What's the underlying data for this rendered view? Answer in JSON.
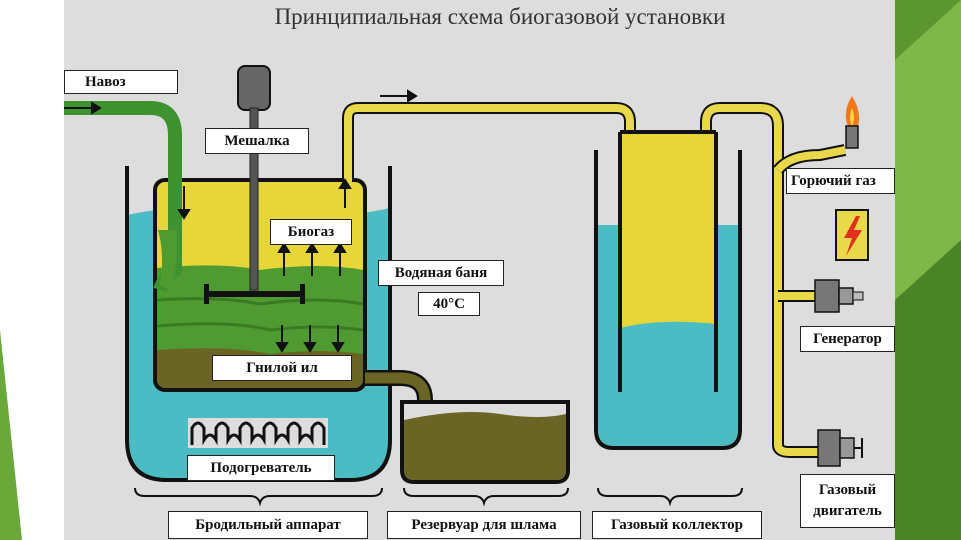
{
  "title": "Принципиальная схема биогазовой установки",
  "labels": {
    "manure": "Навоз",
    "mixer": "Мешалка",
    "biogas": "Биогаз",
    "water_bath": "Водяная баня",
    "temperature": "40°C",
    "sludge": "Гнилой ил",
    "heater": "Подогреватель",
    "digester": "Бродильный аппарат",
    "reservoir": "Резервуар для шлама",
    "gas_collector": "Газовый коллектор",
    "fuel_gas": "Горючий газ",
    "generator": "Генератор",
    "gas_engine_line1": "Газовый",
    "gas_engine_line2": "двигатель"
  },
  "colors": {
    "water": "#4bbcc4",
    "gas": "#e6d63a",
    "slurry": "#4f9b32",
    "sludge": "#6a6524",
    "pipe": "#e8d84a",
    "frame_left": "#6aa83a",
    "frame_right": "#5c9630",
    "panel": "#dddddd"
  }
}
